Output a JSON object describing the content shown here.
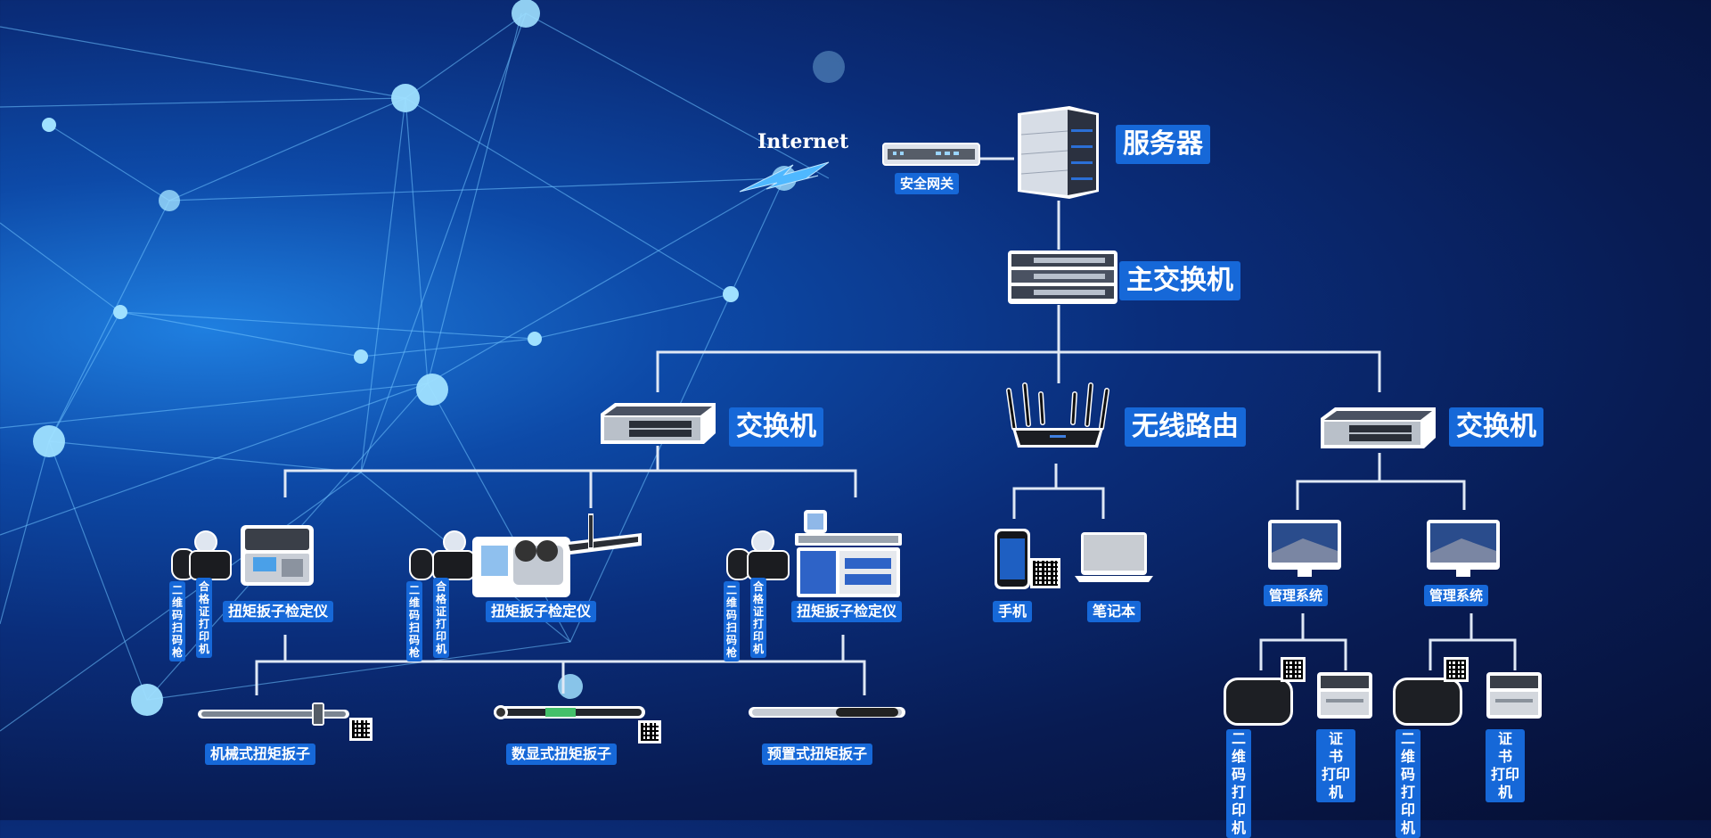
{
  "internet_label": "Internet",
  "gateway_label": "安全网关",
  "server_label": "服务器",
  "main_switch_label": "主交换机",
  "left_switch_label": "交换机",
  "router_label": "无线路由",
  "right_switch_label": "交换机",
  "stations": [
    {
      "scanner_label": "二维码扫码枪",
      "printer_label": "合格证打印机",
      "tester_label": "扭矩扳子检定仪"
    },
    {
      "scanner_label": "二维码扫码枪",
      "printer_label": "合格证打印机",
      "tester_label": "扭矩扳子检定仪"
    },
    {
      "scanner_label": "二维码扫码枪",
      "printer_label": "合格证打印机",
      "tester_label": "扭矩扳子检定仪"
    }
  ],
  "wrenches": [
    {
      "label": "机械式扭矩扳子"
    },
    {
      "label": "数显式扭矩扳子"
    },
    {
      "label": "预置式扭矩扳子"
    }
  ],
  "mobile": {
    "phone_label": "手机",
    "laptop_label": "笔记本"
  },
  "management": [
    {
      "label": "管理系统",
      "qr_printer_label": "二维码\n打印机",
      "cert_printer_label": "证　书\n打印机"
    },
    {
      "label": "管理系统",
      "qr_printer_label": "二维码\n打印机",
      "cert_printer_label": "证　书\n打印机"
    }
  ],
  "colors": {
    "label_bg": "#1668d8",
    "line": "#dfe8f5",
    "bg_dark": "#060f33",
    "bg_glow": "#1f7fe0"
  }
}
